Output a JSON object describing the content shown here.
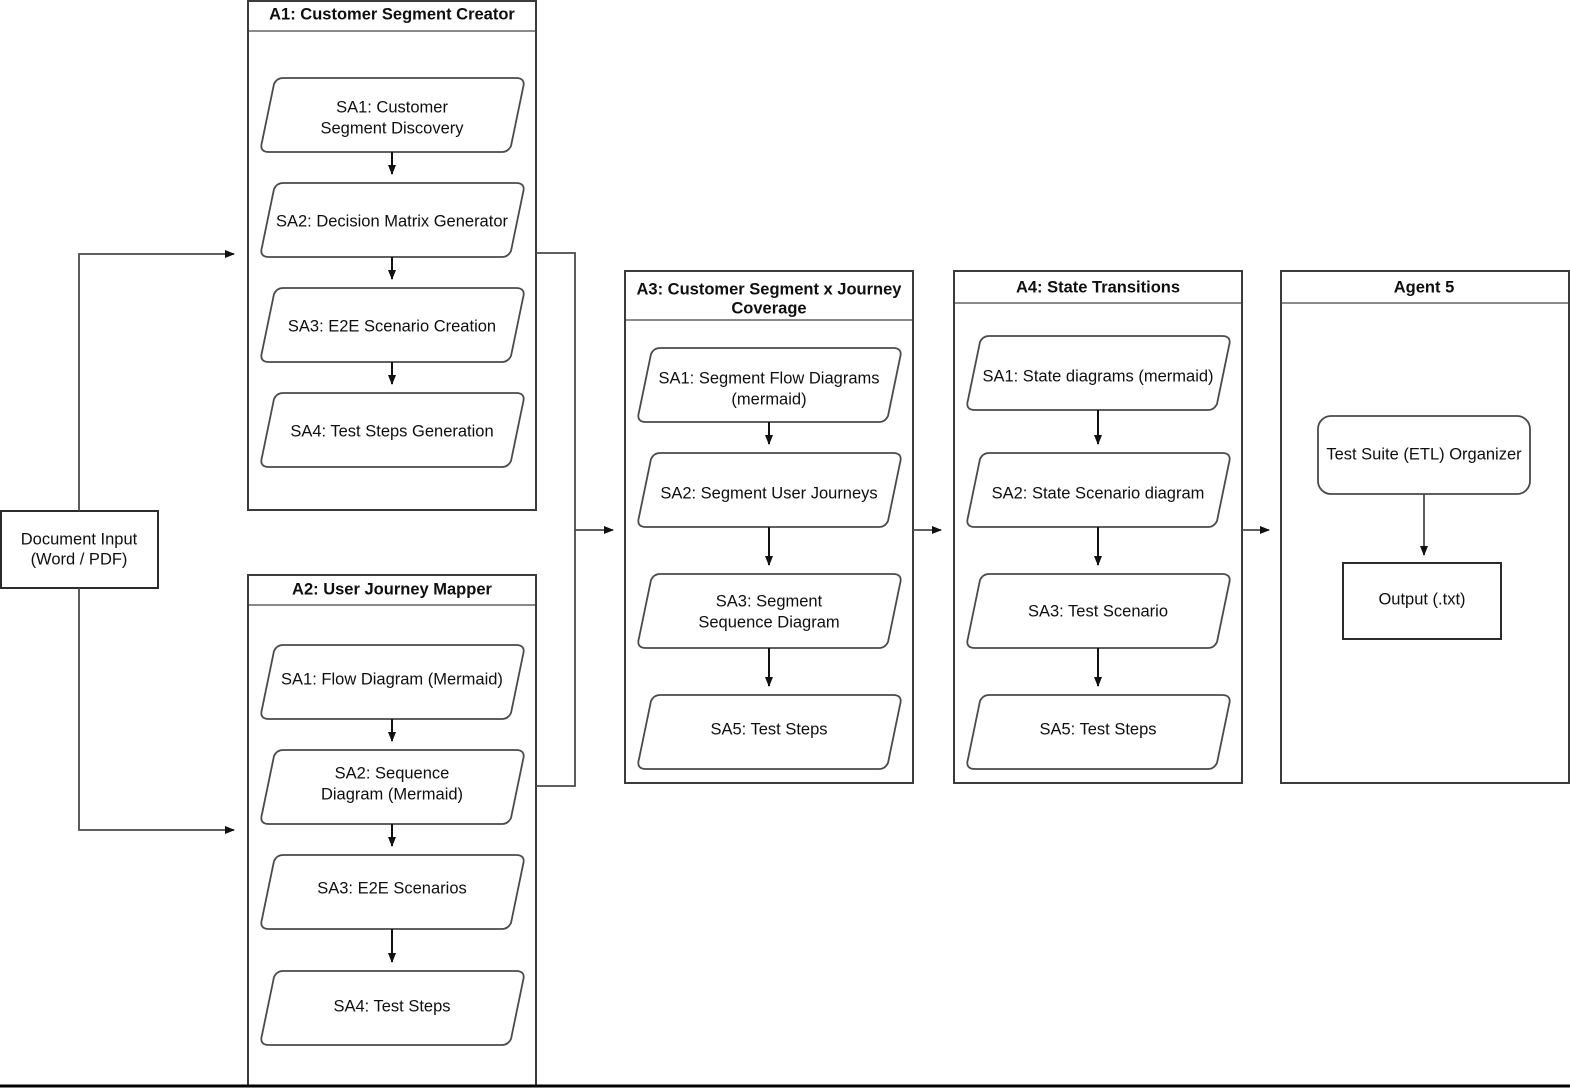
{
  "diagram": {
    "title_visible": false,
    "background": "#ffffff",
    "stroke": "#4a4a4a",
    "panel_stroke": "#3b3b3b"
  },
  "input_node": {
    "line1": "Document Input",
    "line2": "(Word / PDF)"
  },
  "panels": [
    {
      "id": "a1",
      "title": "A1: Customer Segment Creator",
      "title_lines": [
        "A1: Customer Segment Creator"
      ],
      "nodes": [
        {
          "lines": [
            "SA1: Customer",
            "Segment Discovery"
          ],
          "shape": "parallelogram"
        },
        {
          "lines": [
            "SA2: Decision Matrix Generator"
          ],
          "shape": "parallelogram"
        },
        {
          "lines": [
            "SA3: E2E Scenario Creation"
          ],
          "shape": "parallelogram"
        },
        {
          "lines": [
            "SA4: Test Steps Generation"
          ],
          "shape": "parallelogram"
        }
      ]
    },
    {
      "id": "a2",
      "title": "A2: User Journey Mapper",
      "title_lines": [
        "A2: User Journey Mapper"
      ],
      "nodes": [
        {
          "lines": [
            "SA1: Flow Diagram (Mermaid)"
          ],
          "shape": "parallelogram"
        },
        {
          "lines": [
            "SA2: Sequence",
            "Diagram (Mermaid)"
          ],
          "shape": "parallelogram"
        },
        {
          "lines": [
            "SA3: E2E Scenarios"
          ],
          "shape": "parallelogram"
        },
        {
          "lines": [
            "SA4: Test Steps"
          ],
          "shape": "parallelogram"
        }
      ]
    },
    {
      "id": "a3",
      "title": "A3: Customer Segment x Journey Coverage",
      "title_lines": [
        "A3: Customer Segment x Journey",
        "Coverage"
      ],
      "nodes": [
        {
          "lines": [
            "SA1: Segment Flow Diagrams",
            "(mermaid)"
          ],
          "shape": "parallelogram"
        },
        {
          "lines": [
            "SA2: Segment User Journeys"
          ],
          "shape": "parallelogram"
        },
        {
          "lines": [
            "SA3: Segment",
            "Sequence Diagram"
          ],
          "shape": "parallelogram"
        },
        {
          "lines": [
            "SA5: Test Steps"
          ],
          "shape": "parallelogram"
        }
      ]
    },
    {
      "id": "a4",
      "title": "A4: State Transitions",
      "title_lines": [
        "A4: State Transitions"
      ],
      "nodes": [
        {
          "lines": [
            "SA1: State diagrams (mermaid)"
          ],
          "shape": "parallelogram"
        },
        {
          "lines": [
            "SA2: State Scenario diagram"
          ],
          "shape": "parallelogram"
        },
        {
          "lines": [
            "SA3: Test Scenario"
          ],
          "shape": "parallelogram"
        },
        {
          "lines": [
            "SA5: Test Steps"
          ],
          "shape": "parallelogram"
        }
      ]
    },
    {
      "id": "a5",
      "title": "Agent 5",
      "title_lines": [
        "Agent 5"
      ],
      "nodes": [
        {
          "lines": [
            "Test Suite (ETL) Organizer"
          ],
          "shape": "rounded-rect"
        },
        {
          "lines": [
            "Output (.txt)"
          ],
          "shape": "rect"
        }
      ]
    }
  ]
}
